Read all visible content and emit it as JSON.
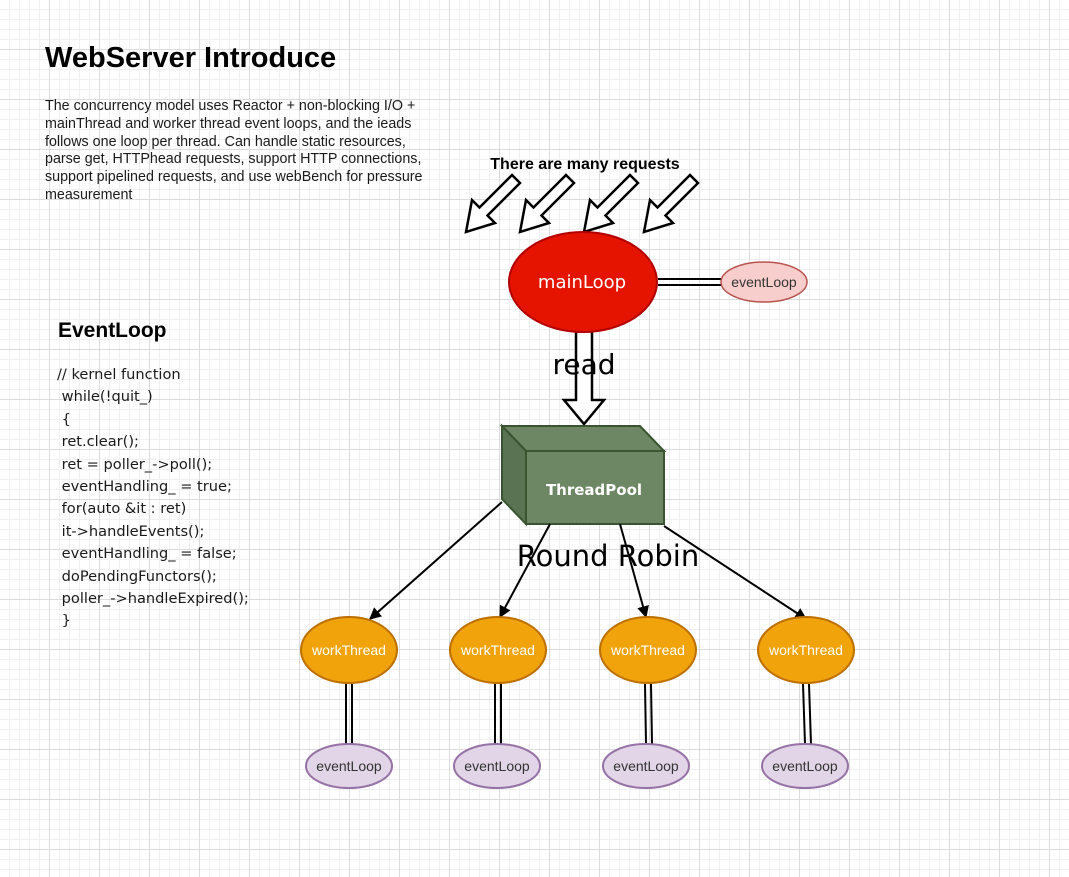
{
  "title": "WebServer Introduce",
  "intro_text": "The concurrency model uses Reactor + non-blocking I/O + mainThread and  worker thread event loops, and the ieads follows one loop per thread. Can handle static resources, parse get, HTTPhead requests, support HTTP connections, support pipelined requests, and use webBench for pressure measurement",
  "eventloop": {
    "heading": "EventLoop",
    "code_lines": [
      "// kernel function",
      " while(!quit_)",
      " {",
      " ret.clear();",
      " ret = poller_->poll();",
      " eventHandling_ = true;",
      " for(auto &it : ret)",
      " it->handleEvents();",
      " eventHandling_ = false;",
      " doPendingFunctors();",
      " poller_->handleExpired();",
      " }"
    ]
  },
  "diagram": {
    "requests_label": "There are many requests",
    "main_loop_label": "mainLoop",
    "main_event_loop_label": "eventLoop",
    "read_label": "read",
    "thread_pool_label": "ThreadPool",
    "round_robin_label": "Round Robin",
    "workers": [
      {
        "label": "workThread",
        "event_loop_label": "eventLoop"
      },
      {
        "label": "workThread",
        "event_loop_label": "eventLoop"
      },
      {
        "label": "workThread",
        "event_loop_label": "eventLoop"
      },
      {
        "label": "workThread",
        "event_loop_label": "eventLoop"
      }
    ],
    "colors": {
      "main_loop_fill": "#e51400",
      "main_loop_stroke": "#b20000",
      "main_event_loop_fill": "#f8cecc",
      "main_event_loop_stroke": "#b85450",
      "thread_pool_fill": "#6d8764",
      "thread_pool_stroke": "#3a5431",
      "worker_fill": "#f0a30a",
      "worker_stroke": "#bd7000",
      "worker_event_loop_fill": "#e1d5e7",
      "worker_event_loop_stroke": "#9673a6"
    }
  }
}
